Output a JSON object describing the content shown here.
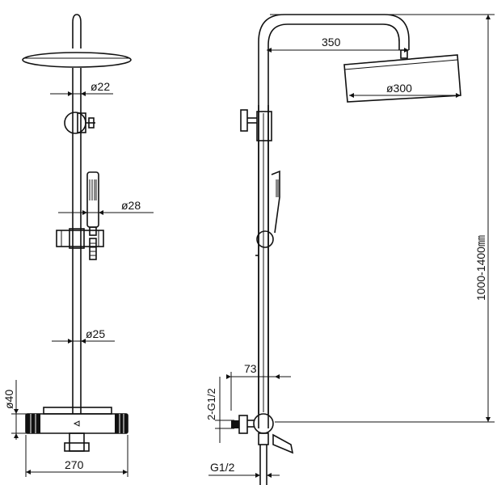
{
  "front_view": {
    "dim_head_pipe": "ø22",
    "dim_handset": "ø28",
    "dim_rail": "ø25",
    "dim_mixer_body": "ø40",
    "dim_mixer_width": "270"
  },
  "side_view": {
    "dim_arm_reach": "350",
    "dim_head_dia": "ø300",
    "dim_wall_offset": "73",
    "dim_inlets": "2-G1/2",
    "dim_outlet": "G1/2",
    "dim_height": "1000-1400㎜"
  }
}
